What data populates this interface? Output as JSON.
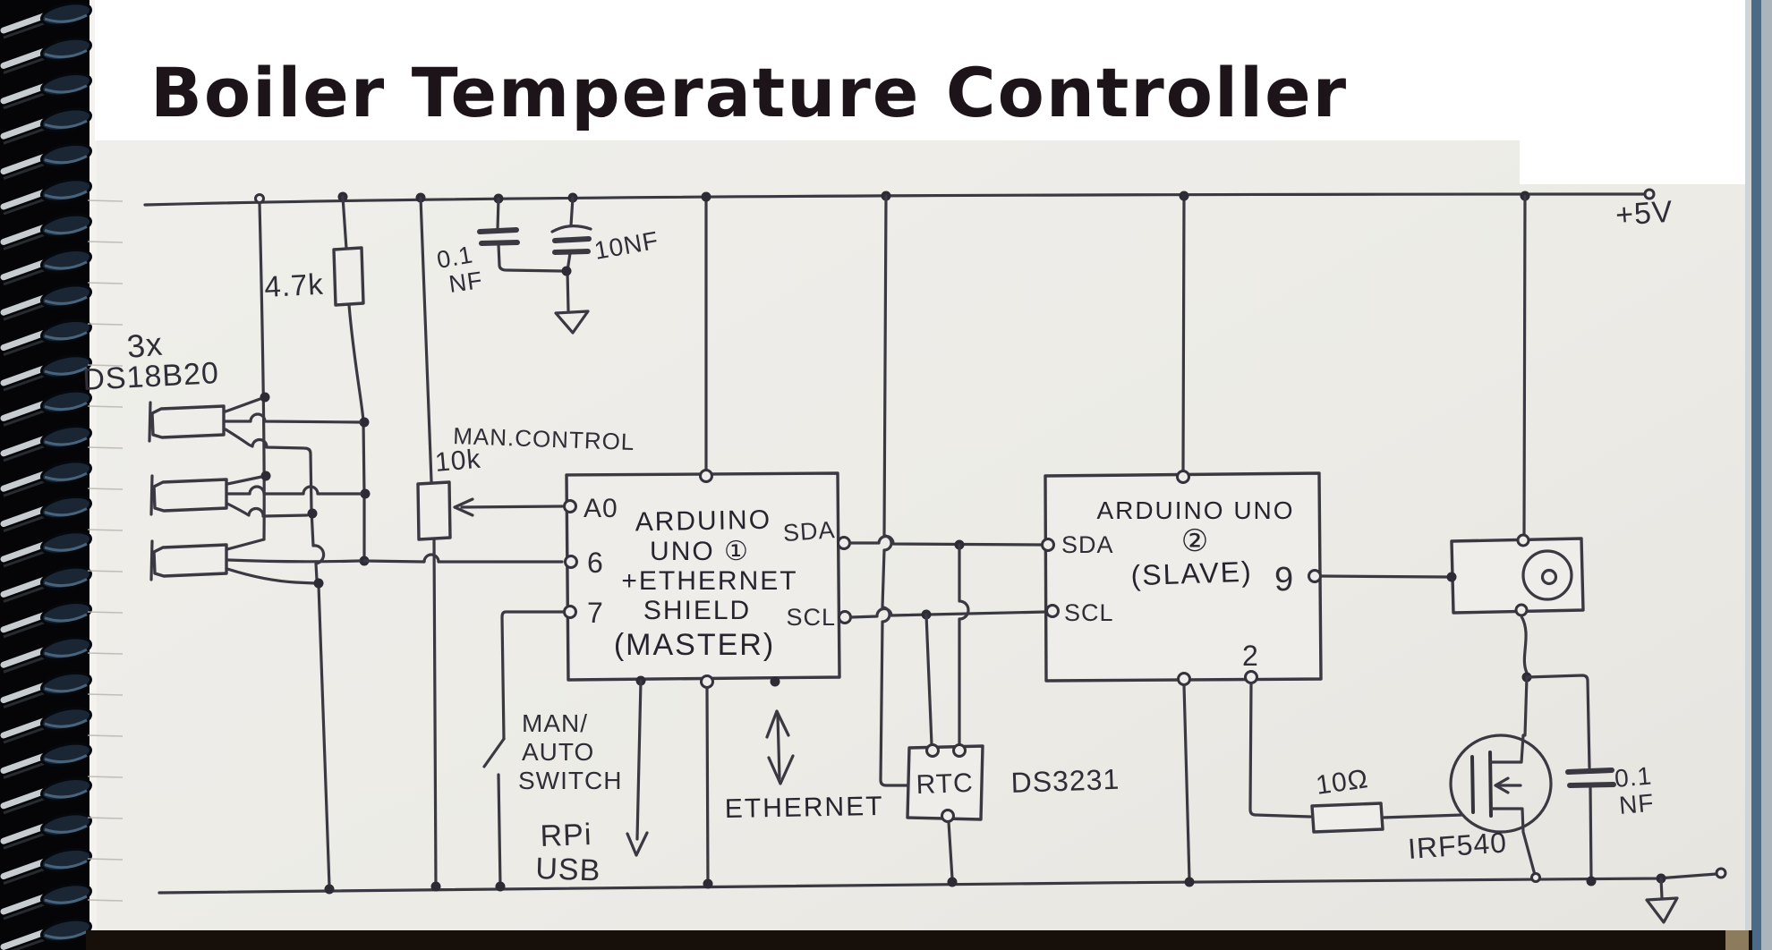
{
  "page": {
    "title": "Boiler Temperature Controller"
  },
  "colors": {
    "ink": "#3a3942",
    "paper": "#edece8",
    "title_band": "#ffffff",
    "binding_background": "#050507",
    "coil_dark": "#1a2633",
    "edge_blue": "#4a6a88",
    "bottom_band": "#17100a"
  },
  "power": {
    "vcc_label": "+5V"
  },
  "components": {
    "pullup_resistor": {
      "value": "4.7k"
    },
    "decoupling_cap_small": {
      "line1": "0.1",
      "line2": "NF"
    },
    "decoupling_cap_large": {
      "value": "10NF"
    },
    "sensors": {
      "quantity": "3x",
      "part": "DS18B20"
    },
    "potentiometer": {
      "name": "MAN.CONTROL",
      "value": "10k"
    },
    "master": {
      "line1": "ARDUINO",
      "line2": "UNO ①",
      "line3": "+ETHERNET",
      "line4": "SHIELD",
      "line5": "(MASTER)",
      "pin_a0": "A0",
      "pin_6": "6",
      "pin_7": "7",
      "pin_sda": "SDA",
      "pin_scl": "SCL"
    },
    "slave": {
      "line1": "ARDUINO UNO",
      "line2": "②",
      "line3": "(SLAVE)",
      "pin_sda": "SDA",
      "pin_scl": "SCL",
      "pin_9": "9",
      "pin_2": "2"
    },
    "rtc": {
      "name": "RTC",
      "part": "DS3231"
    },
    "mode_switch": {
      "line1": "MAN/",
      "line2": "AUTO",
      "line3": "SWITCH"
    },
    "rpi": {
      "line1": "RPi",
      "line2": "USB"
    },
    "ethernet_label": "ETHERNET",
    "gate_resistor": {
      "value": "10Ω"
    },
    "mosfet": {
      "part": "IRF540"
    },
    "output_cap": {
      "line1": "0.1",
      "line2": "NF"
    }
  }
}
